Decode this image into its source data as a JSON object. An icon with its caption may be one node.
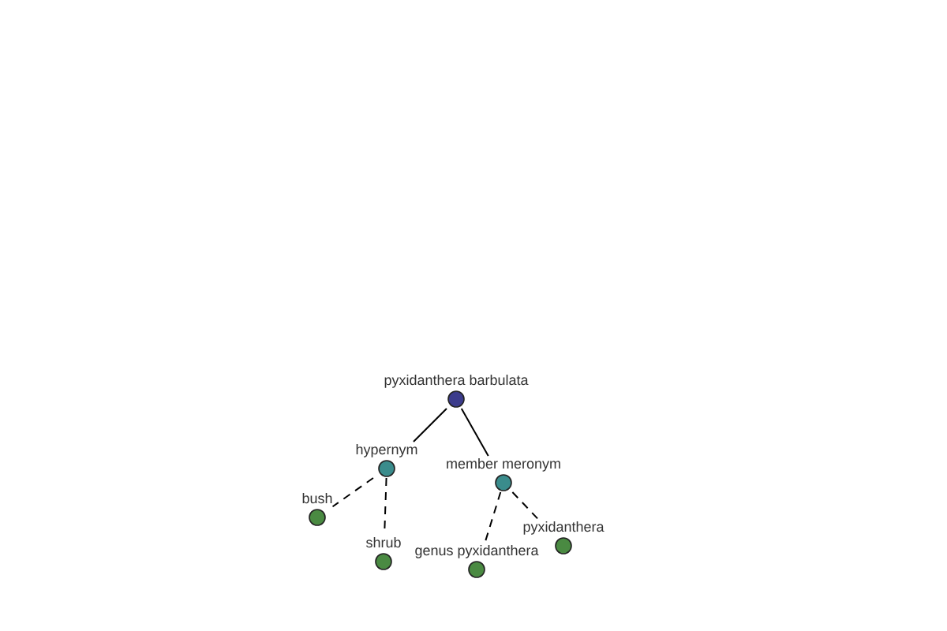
{
  "diagram": {
    "nodes": [
      {
        "text": [
          "pyxidanthera barbulata"
        ]
      },
      {
        "text": [
          "hypernym"
        ]
      },
      {
        "text": [
          "member meronym"
        ]
      },
      {
        "text": [
          "bush"
        ]
      },
      {
        "text": [
          "shrub"
        ]
      },
      {
        "text": [
          "genus pyxidanthera"
        ]
      },
      {
        "text": [
          "pyxidanthera"
        ]
      }
    ],
    "edges": [
      {
        "from": 0,
        "to": 1,
        "arrow": "none"
      },
      {
        "from": 0,
        "to": 2,
        "arrow": "none"
      },
      {
        "from": 1,
        "to": 3,
        "arrow": "none",
        "style": "dashed"
      },
      {
        "from": 1,
        "to": 4,
        "arrow": "none",
        "style": "dashed"
      },
      {
        "from": 2,
        "to": 5,
        "arrow": "none",
        "style": "dashed"
      },
      {
        "from": 2,
        "to": 6,
        "arrow": "none",
        "style": "dashed"
      }
    ]
  }
}
